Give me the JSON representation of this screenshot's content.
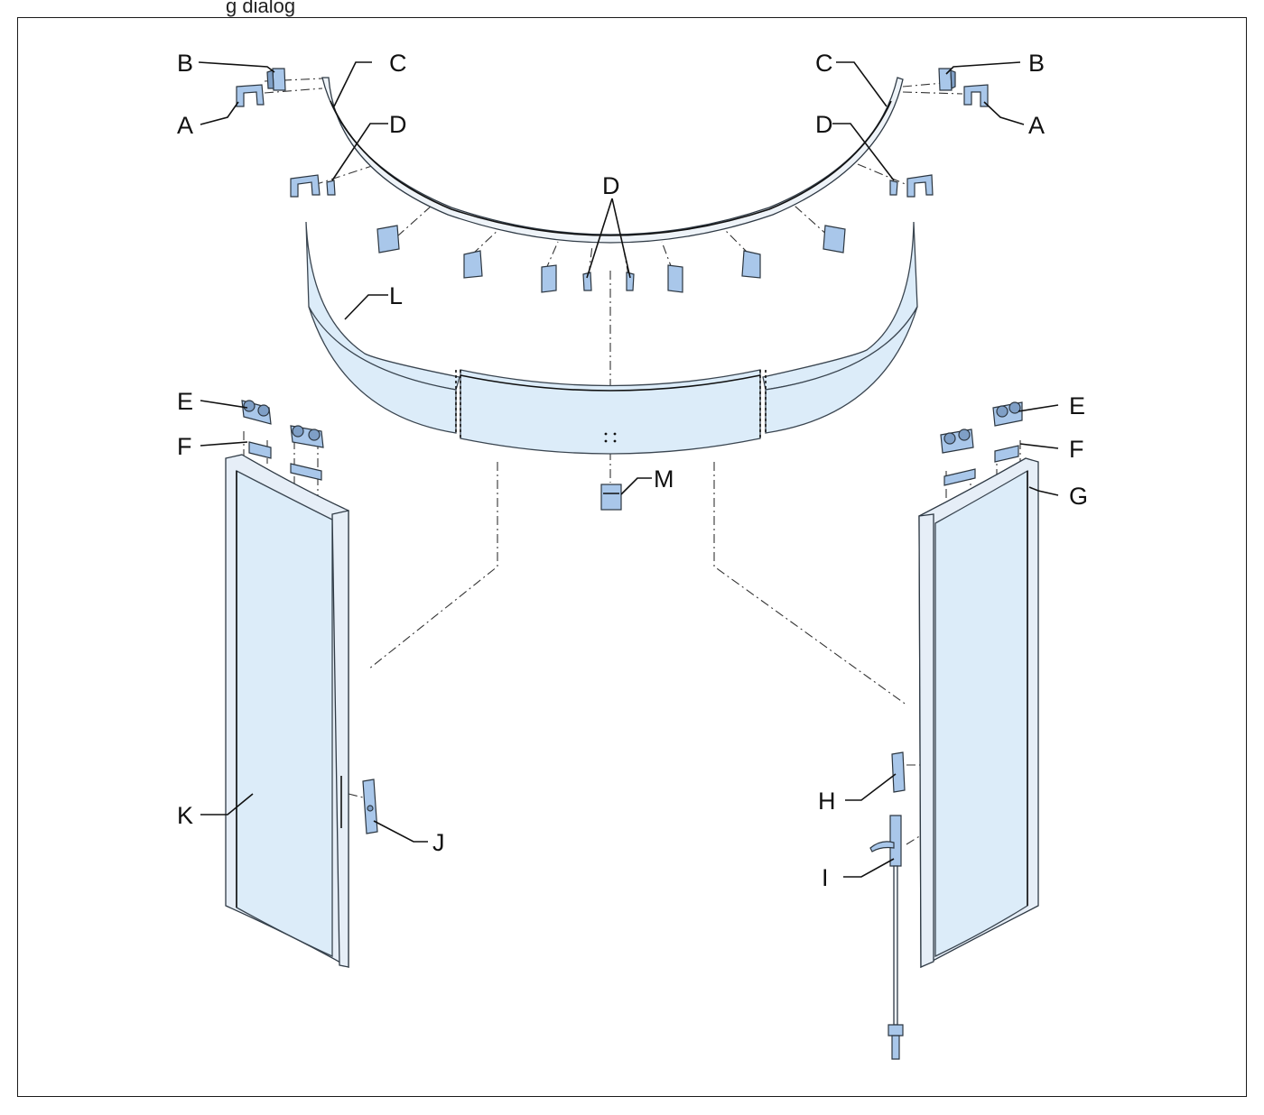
{
  "header": {
    "caption": "g dialog"
  },
  "labels": {
    "A": "A",
    "B": "B",
    "C": "C",
    "D": "D",
    "E": "E",
    "F": "F",
    "G": "G",
    "H": "H",
    "I": "I",
    "J": "J",
    "K": "K",
    "L": "L",
    "M": "M"
  }
}
